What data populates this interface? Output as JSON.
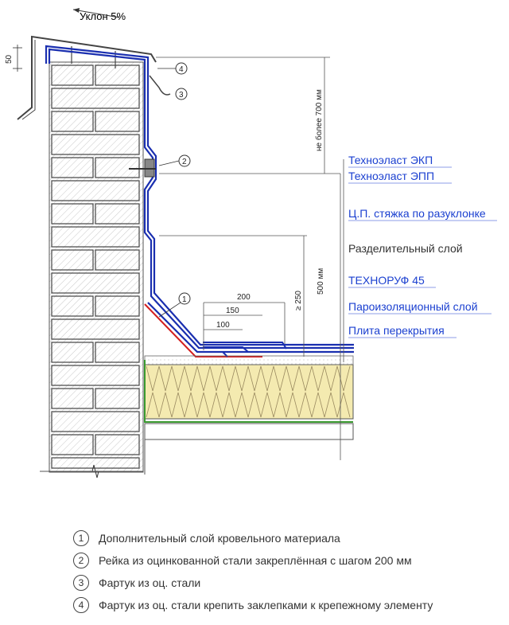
{
  "slope_label": "Уклон 5%",
  "dimensions": {
    "d50": "50",
    "max700": "не более 700 мм",
    "d500": "500 мм",
    "d250": "≥ 250",
    "d200": "200",
    "d150": "150",
    "d100": "100"
  },
  "callouts": [
    "1",
    "2",
    "3",
    "4"
  ],
  "layers": [
    {
      "label": "Техноэласт ЭКП",
      "color": "#1a3fd0"
    },
    {
      "label": "Техноэласт ЭПП",
      "color": "#1a3fd0"
    },
    {
      "label": "Ц.П. стяжка по разуклонке",
      "color": "#1a3fd0"
    },
    {
      "label": "Разделительный слой",
      "color": "#333333"
    },
    {
      "label": "ТЕХНОРУФ 45",
      "color": "#1a3fd0"
    },
    {
      "label": "Пароизоляционный слой",
      "color": "#1a3fd0"
    },
    {
      "label": "Плита перекрытия",
      "color": "#1a3fd0"
    }
  ],
  "legend": [
    {
      "num": "1",
      "text": "Дополнительный слой кровельного материала"
    },
    {
      "num": "2",
      "text": "Рейка из оцинкованной стали закреплённая с шагом 200 мм"
    },
    {
      "num": "3",
      "text": "Фартук из оц. стали"
    },
    {
      "num": "4",
      "text": "Фартук из оц. стали крепить заклепками к крепежному элементу"
    }
  ],
  "colors": {
    "membrane": "#1a2fb0",
    "extra_layer": "#d42020",
    "vapor_barrier": "#3a9a30",
    "insulation": "#f4eab0",
    "screed": "#e0e0e0"
  }
}
